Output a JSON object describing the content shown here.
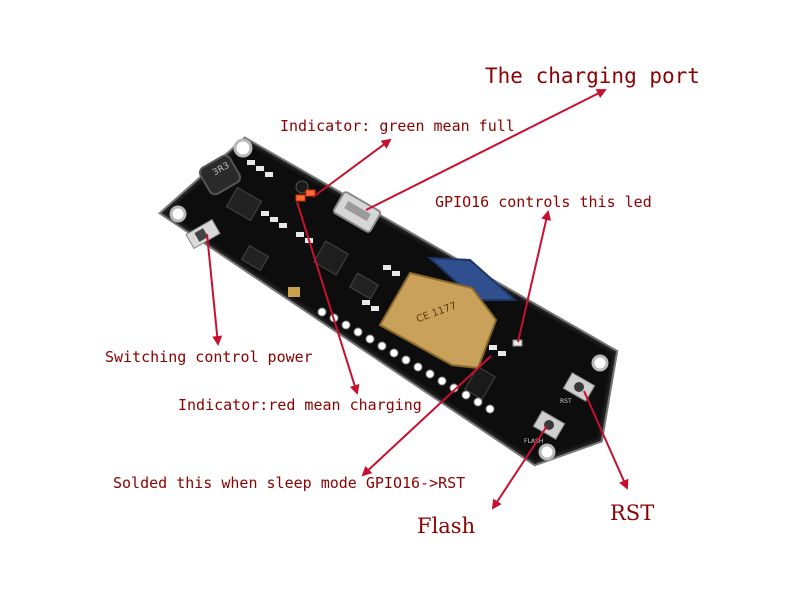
{
  "colors": {
    "arrow": "#c8102e",
    "label": "#8b0000",
    "board": "#111111",
    "module_shield": "#c9a15a",
    "antenna": "#2f4f8f"
  },
  "labels": {
    "charging_port": "The charging port",
    "indicator_green": "Indicator: green mean full",
    "gpio16_led": "GPIO16 controls this led",
    "switching_power": "Switching control power",
    "indicator_red": "Indicator:red mean charging",
    "solder_sleep": "Solded this when sleep mode GPIO16->RST",
    "flash": "Flash",
    "rst": "RST"
  },
  "board_text": {
    "inductor": "3R3",
    "module_ce": "CE 1177",
    "flash_silk": "FLASH",
    "rst_silk": "RST"
  }
}
